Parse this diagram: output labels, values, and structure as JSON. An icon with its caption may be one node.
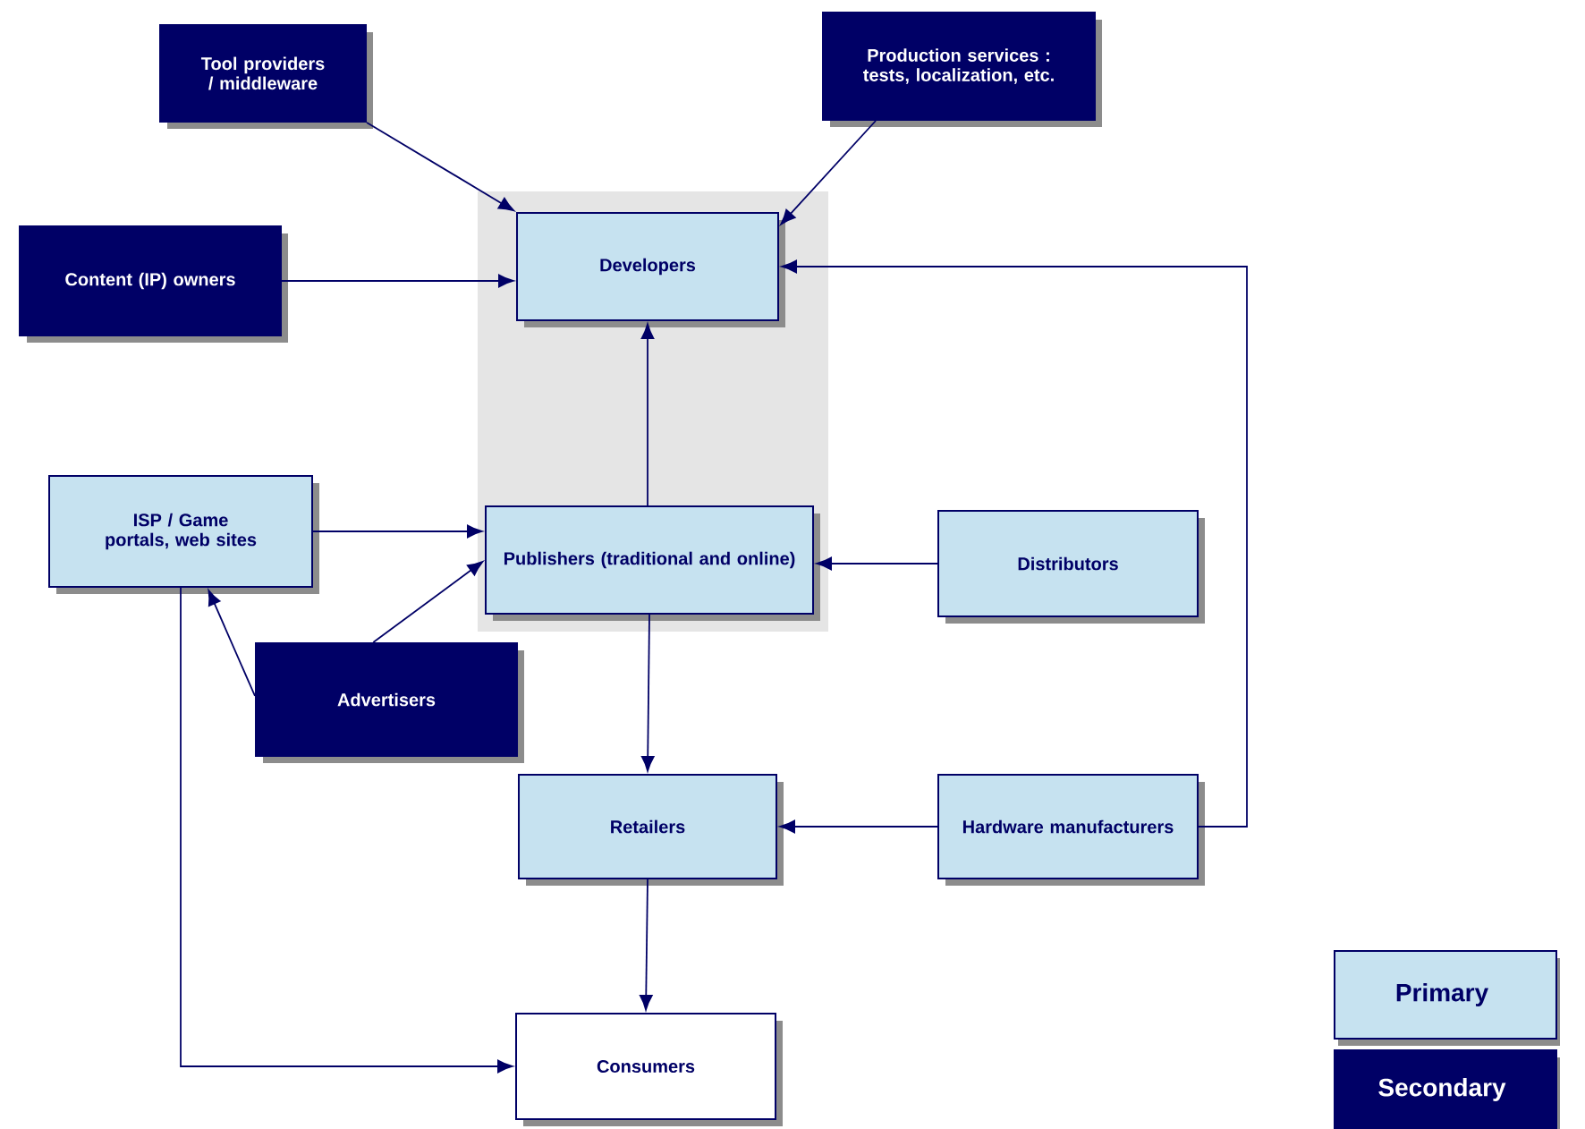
{
  "diagram": {
    "nodes": [
      {
        "text": [
          "Tool providers / middleware"
        ]
      },
      {
        "text": [
          "Production services : tests, localization, etc."
        ]
      },
      {
        "text": [
          "Content (IP) owners"
        ]
      },
      {
        "text": [
          "Developers"
        ]
      },
      {
        "text": [
          "ISP / Game portals, web sites"
        ]
      },
      {
        "text": [
          "Publishers (traditional and online)"
        ]
      },
      {
        "text": [
          "Distributors"
        ]
      },
      {
        "text": [
          "Advertisers"
        ]
      },
      {
        "text": [
          "Retailers"
        ]
      },
      {
        "text": [
          "Hardware manufacturers"
        ]
      },
      {
        "text": [
          "Consumers"
        ]
      }
    ],
    "edges": [
      {
        "from": 0,
        "to": 3,
        "arrow": "to"
      },
      {
        "from": 1,
        "to": 3,
        "arrow": "to"
      },
      {
        "from": 2,
        "to": 3,
        "arrow": "to"
      },
      {
        "from": 5,
        "to": 3,
        "arrow": "to"
      },
      {
        "from": 9,
        "to": 3,
        "arrow": "to"
      },
      {
        "from": 4,
        "to": 5,
        "arrow": "to"
      },
      {
        "from": 7,
        "to": 5,
        "arrow": "to"
      },
      {
        "from": 7,
        "to": 4,
        "arrow": "to"
      },
      {
        "from": 6,
        "to": 5,
        "arrow": "to"
      },
      {
        "from": 5,
        "to": 8,
        "arrow": "to"
      },
      {
        "from": 9,
        "to": 8,
        "arrow": "to"
      },
      {
        "from": 8,
        "to": 10,
        "arrow": "to"
      },
      {
        "from": 4,
        "to": 10,
        "arrow": "to"
      }
    ],
    "legend": [
      {
        "text": "Primary",
        "color": "#c6e2f0"
      },
      {
        "text": "Secondary",
        "color": "#000066"
      }
    ]
  }
}
